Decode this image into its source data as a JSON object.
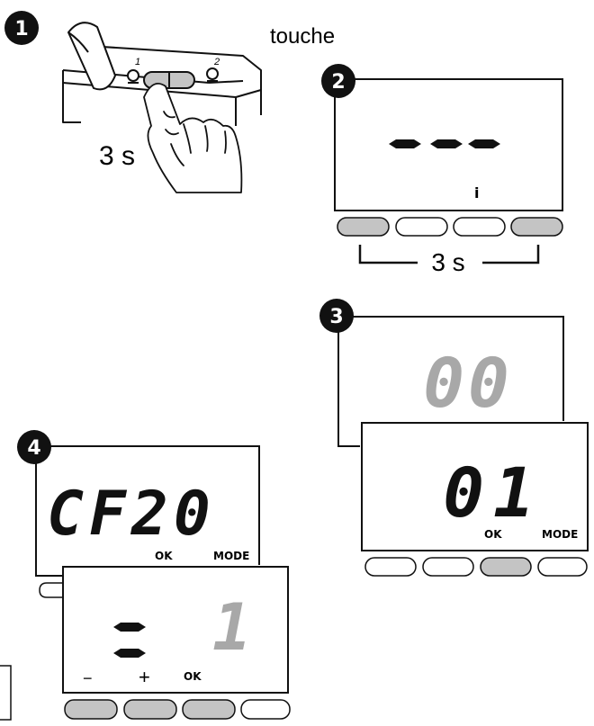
{
  "steps": {
    "s1": {
      "badge": "1",
      "button_label": "touche",
      "duration": "3 s",
      "key_mark_1": "1",
      "key_mark_2": "2"
    },
    "s2": {
      "badge": "2",
      "display_text": "- - -",
      "info_icon_text": "i",
      "duration": "3 s",
      "pressed_buttons": [
        1,
        4
      ]
    },
    "s3": {
      "badge": "3",
      "display_back": "00",
      "display_front": "01",
      "ok_label": "OK",
      "mode_label": "MODE",
      "pressed_buttons": [
        3
      ]
    },
    "s4": {
      "badge": "4",
      "display_back": "CF20",
      "ok_label_back": "OK",
      "mode_label_back": "MODE",
      "display_front_value": "1",
      "minus_label": "−",
      "plus_label": "+",
      "ok_label_front": "OK",
      "pressed_buttons": [
        1,
        2,
        3
      ]
    }
  },
  "colors": {
    "ink": "#111111",
    "pressed": "#c4c4c4",
    "ghost": "#a8a8a8",
    "badge": "#111111"
  }
}
